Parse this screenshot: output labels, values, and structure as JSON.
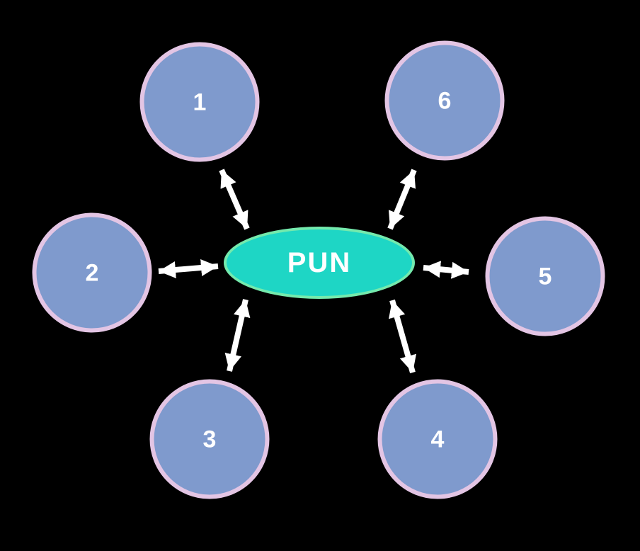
{
  "diagram": {
    "title": "hub-and-spoke diagram",
    "background_color": "#000000",
    "center": {
      "label": "PUN",
      "shape": "ellipse",
      "fill_color": "#1ED6C5",
      "border_color": "#74EAAD",
      "text_color": "#FFFFFF"
    },
    "nodes": [
      {
        "label": "1"
      },
      {
        "label": "2"
      },
      {
        "label": "3"
      },
      {
        "label": "4"
      },
      {
        "label": "5"
      },
      {
        "label": "6"
      }
    ],
    "node_style": {
      "shape": "circle",
      "fill_color": "#7F9ACD",
      "border_color": "#E3C5E4",
      "text_color": "#FFFFFF"
    },
    "connections": [
      {
        "from": "PUN",
        "to": "1",
        "bidirectional": true
      },
      {
        "from": "PUN",
        "to": "2",
        "bidirectional": true
      },
      {
        "from": "PUN",
        "to": "3",
        "bidirectional": true
      },
      {
        "from": "PUN",
        "to": "4",
        "bidirectional": true
      },
      {
        "from": "PUN",
        "to": "5",
        "bidirectional": true
      },
      {
        "from": "PUN",
        "to": "6",
        "bidirectional": true
      }
    ],
    "arrow_color": "#FFFFFF"
  }
}
